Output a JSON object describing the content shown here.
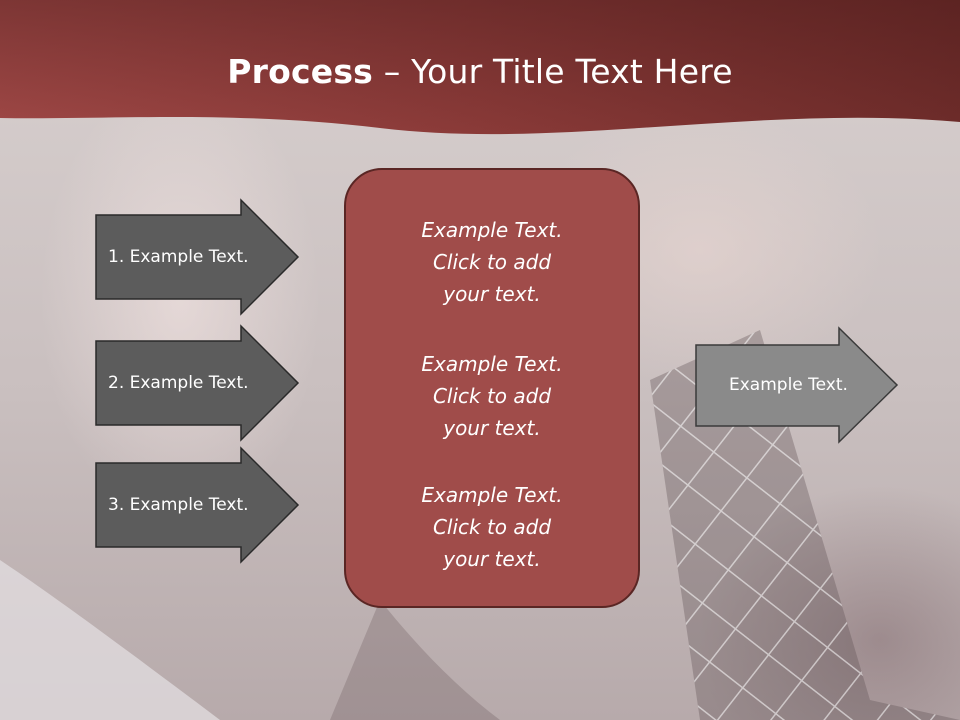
{
  "title": {
    "bold": "Process",
    "rest": " – Your Title Text Here"
  },
  "left_arrows": [
    {
      "label": "1. Example Text."
    },
    {
      "label": "2. Example Text."
    },
    {
      "label": "3. Example Text."
    }
  ],
  "center_box": {
    "items": [
      {
        "lines": [
          "Example Text.",
          "Click  to add",
          "your text."
        ]
      },
      {
        "lines": [
          "Example Text.",
          "Click  to add",
          "your text."
        ]
      },
      {
        "lines": [
          "Example Text.",
          "Click  to add",
          "your text."
        ]
      }
    ]
  },
  "right_arrow": {
    "label": "Example Text."
  },
  "colors": {
    "header": "#8e3e3c",
    "center_box": "#a04c4a",
    "left_arrow": "#5c5c5c",
    "right_arrow": "#8a8a8a"
  }
}
